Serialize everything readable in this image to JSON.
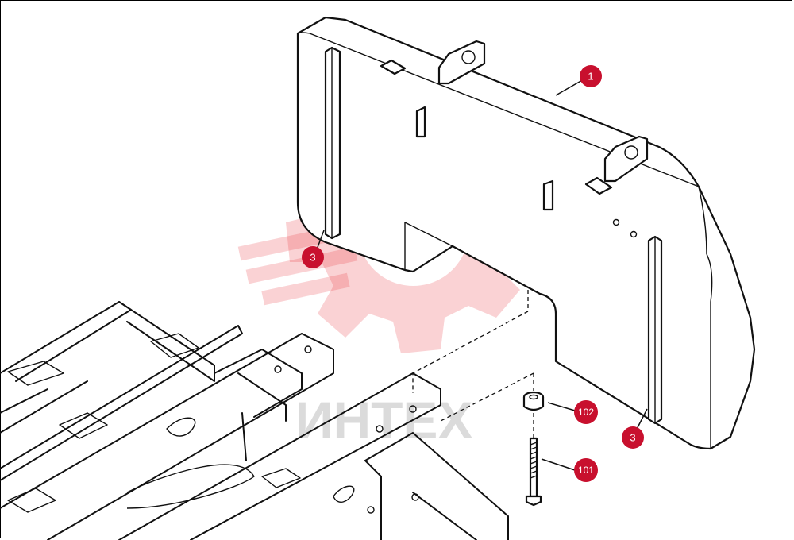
{
  "watermark": {
    "text": "ИНТЕХ",
    "color": "#e8323c"
  },
  "accent_color": "#c8102e",
  "callouts": [
    {
      "id": "callout-1",
      "label": "1"
    },
    {
      "id": "callout-3-left",
      "label": "3"
    },
    {
      "id": "callout-3-right",
      "label": "3"
    },
    {
      "id": "callout-102",
      "label": "102"
    },
    {
      "id": "callout-101",
      "label": "101"
    }
  ]
}
